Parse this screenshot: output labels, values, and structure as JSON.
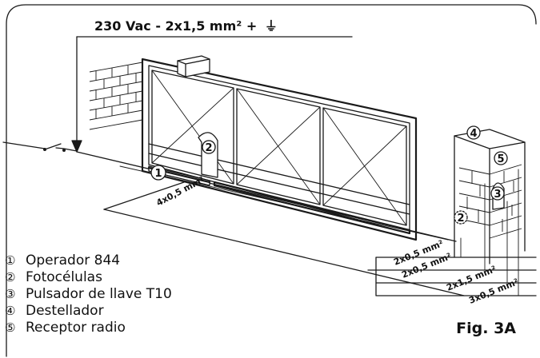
{
  "header": {
    "power_label": "230 Vac - 2x1,5 mm² +",
    "ground_symbol": "⏚"
  },
  "callouts": [
    "1",
    "2",
    "3",
    "4",
    "5",
    "2"
  ],
  "cables": {
    "operator": "4x0,5 mm²",
    "right_1": "2x0,5 mm²",
    "right_2": "2x0,5 mm²",
    "right_3": "2x1,5 mm²",
    "right_4": "3x0,5 mm²"
  },
  "legend": [
    {
      "num": "①",
      "label": "Operador 844"
    },
    {
      "num": "②",
      "label": "Fotocélulas"
    },
    {
      "num": "③",
      "label": "Pulsador de llave T10"
    },
    {
      "num": "④",
      "label": "Destellador"
    },
    {
      "num": "⑤",
      "label": "Receptor radio"
    }
  ],
  "figure_label": "Fig. 3A",
  "icons": [
    "switch-icon",
    "arrow-down-icon",
    "ground-icon"
  ]
}
